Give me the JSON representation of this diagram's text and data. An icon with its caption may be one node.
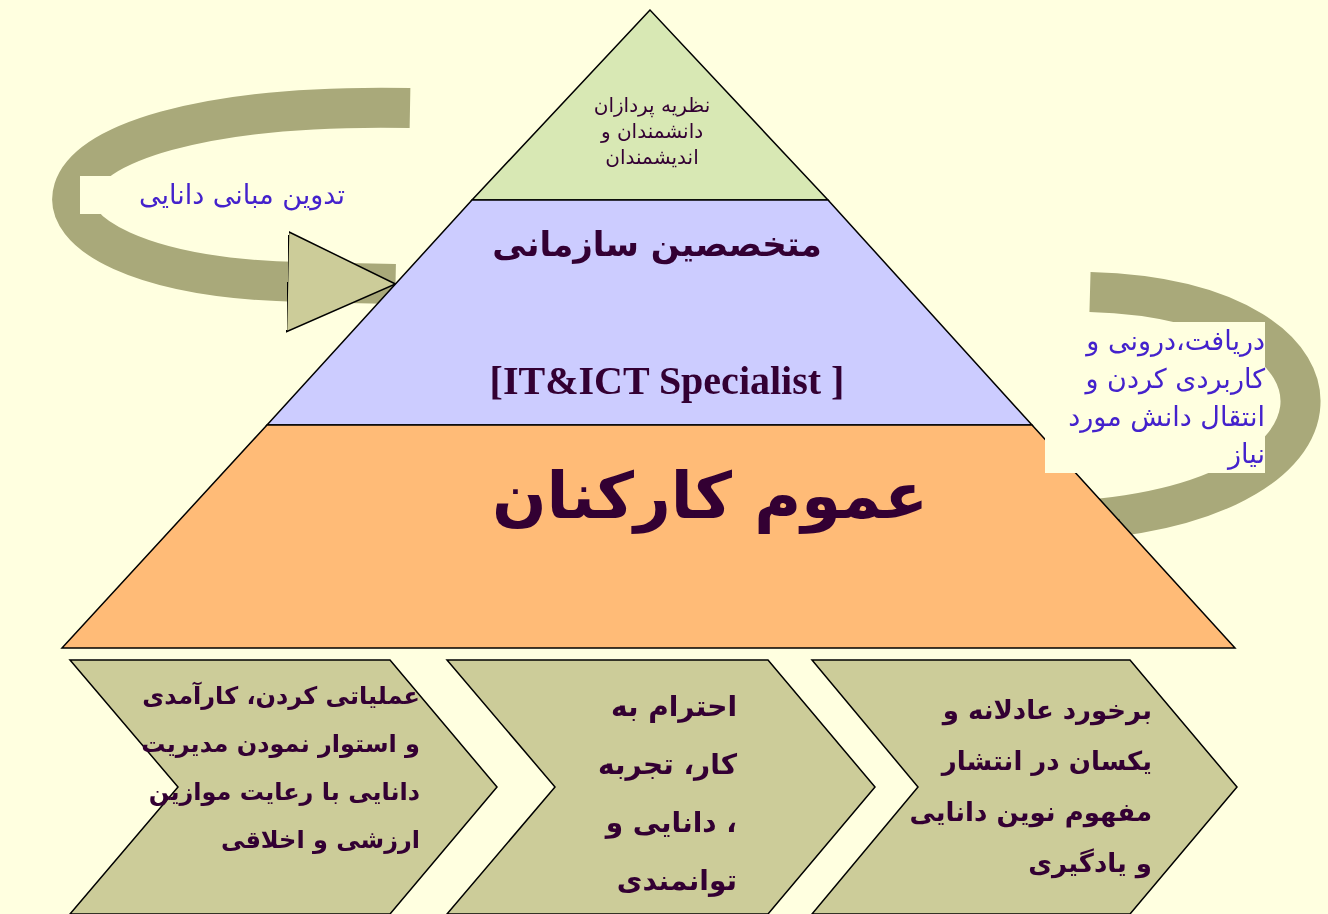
{
  "diagram": {
    "nodes": [
      {
        "text": [
          "نظریه پردازان دانشمندان و اندیشمندان"
        ]
      },
      {
        "text": [
          "متخصصین سازمانی",
          "[IT&ICT Specialist ]"
        ]
      },
      {
        "text": [
          "عموم کارکنان"
        ]
      },
      {
        "text": [
          "عملیاتی کردن، کارآمدی و استوار نمودن مدیریت دانایی با رعایت موازین ارزشی و اخلاقی"
        ]
      },
      {
        "text": [
          "احترام به کار، تجربه ، دانایی و توانمندی"
        ]
      },
      {
        "text": [
          "برخورد عادلانه و یکسان در انتشار مفهوم نوین دانایی و یادگیری"
        ]
      }
    ],
    "edges": [
      {
        "from": null,
        "to": 1,
        "arrow": "to",
        "label": "تدوین مبانی دانایی"
      },
      {
        "from": null,
        "to": 2,
        "arrow": "to",
        "label": "دریافت،درونی و کاربردی کردن و انتقال دانش مورد نیاز"
      }
    ]
  }
}
